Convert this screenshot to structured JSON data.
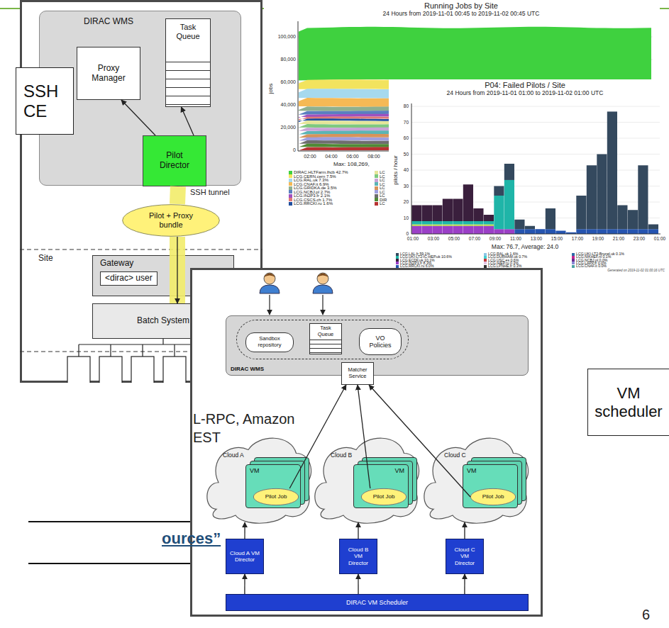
{
  "diagram": {
    "nodes": [
      {
        "text": [
          "DIRAC WMS"
        ]
      },
      {
        "text": [
          "Task Queue"
        ],
        "in": 0
      },
      {
        "text": [
          "Proxy Manager"
        ],
        "in": 0
      },
      {
        "text": [
          "Pilot Director"
        ],
        "in": 0
      },
      {
        "text": [
          "Pilot + Proxy bundle"
        ]
      },
      {
        "text": [
          "Gateway",
          "<dirac> user"
        ]
      },
      {
        "text": [
          "Batch System"
        ]
      },
      {
        "text": [
          "SSH CE"
        ]
      },
      {
        "text": [
          "DIRAC WMS"
        ]
      },
      {
        "text": [
          "Sandbox repository"
        ],
        "in": 8
      },
      {
        "text": [
          "Task Queue"
        ],
        "in": 8
      },
      {
        "text": [
          "VO Policies"
        ],
        "in": 8
      },
      {
        "text": [
          "Matcher Service"
        ],
        "in": 8
      },
      {
        "text": [
          "Cloud A"
        ]
      },
      {
        "text": [
          "VM"
        ],
        "in": 13
      },
      {
        "text": [
          "Pilot Job"
        ],
        "in": 14
      },
      {
        "text": [
          "Cloud B"
        ]
      },
      {
        "text": [
          "VM"
        ],
        "in": 16
      },
      {
        "text": [
          "Pilot Job"
        ],
        "in": 17
      },
      {
        "text": [
          "Cloud C"
        ]
      },
      {
        "text": [
          "VM"
        ],
        "in": 19
      },
      {
        "text": [
          "Pilot Job"
        ],
        "in": 20
      },
      {
        "text": [
          "Cloud A VM Director"
        ]
      },
      {
        "text": [
          "Cloud B VM Director"
        ]
      },
      {
        "text": [
          "Cloud C VM Director"
        ]
      },
      {
        "text": [
          "DIRAC VM Scheduler"
        ]
      },
      {
        "text": [
          "VM scheduler"
        ]
      }
    ],
    "edges": [
      {
        "from": 3,
        "to": 2,
        "arrow": "to"
      },
      {
        "from": 3,
        "to": 1,
        "arrow": "to"
      },
      {
        "from": 3,
        "to": 4,
        "arrow": "none"
      },
      {
        "from": 4,
        "to": 5,
        "arrow": "none"
      },
      {
        "from": 5,
        "to": 6,
        "arrow": "to"
      },
      {
        "from": 15,
        "to": 12,
        "arrow": "to"
      },
      {
        "from": 18,
        "to": 12,
        "arrow": "to"
      },
      {
        "from": 21,
        "to": 12,
        "arrow": "to"
      },
      {
        "from": 22,
        "to": 13,
        "arrow": "to"
      },
      {
        "from": 23,
        "to": 16,
        "arrow": "to"
      },
      {
        "from": 24,
        "to": 19,
        "arrow": "to"
      },
      {
        "from": 25,
        "to": 22,
        "arrow": "to"
      },
      {
        "from": 25,
        "to": 23,
        "arrow": "to"
      },
      {
        "from": 25,
        "to": 24,
        "arrow": "to"
      }
    ],
    "labels": [
      "Running Jobs by Site",
      "24 Hours from 2019-11-01 00:45 to 2019-11-02 00:45 UTC",
      "jobs",
      "100,000",
      "80,000",
      "60,000",
      "40,000",
      "20,000",
      "0",
      "02:00",
      "04:00",
      "06:00",
      "08:00",
      "Max: 108,269,",
      "P04: Failed Pilots / Site",
      "24 Hours from 2019-11-01 01:00 to 2019-11-02 01:00 UTC",
      "pilots / hour",
      "80",
      "70",
      "60",
      "50",
      "40",
      "30",
      "20",
      "10",
      "0",
      "01:00",
      "03:00",
      "05:00",
      "07:00",
      "09:00",
      "11:00",
      "13:00",
      "15:00",
      "17:00",
      "19:00",
      "21:00",
      "23:00",
      "01:00",
      "Max: 76.7, Average: 24.0",
      "Generated on 2019-11-02 01:00:16 UTC",
      "SSH tunnel",
      "Site",
      "L-RPC, Amazon",
      "EST",
      "ources”",
      "6"
    ],
    "legend": [
      {
        "text": "DIRAC.HLTFarm.lhcb 42.7%",
        "color": "#3fd13f"
      },
      {
        "text": "LCG.CERN.cern 7.5%",
        "color": "#f2e35e"
      },
      {
        "text": "LCG.RAL.uk 7.3%",
        "color": "#a6d9ee"
      },
      {
        "text": "LCG.CNAF.it 6.9%",
        "color": "#f5b955"
      },
      {
        "text": "LCG.GRIDKA.de 3.5%",
        "color": "#8fb08f"
      },
      {
        "text": "LCG.NCBJ.pl 2.7%",
        "color": "#5b7fc0"
      },
      {
        "text": "LCG.IN2P3.fr 2.1%",
        "color": "#a050c0"
      },
      {
        "text": "LCG.CSCS.ch 1.7%",
        "color": "#e07878"
      },
      {
        "text": "LCG.RRCKI.ru 1.6%",
        "color": "#204f9e"
      },
      {
        "text": "LC",
        "color": "#e5e59a"
      },
      {
        "text": "LC",
        "color": "#7fc97f"
      },
      {
        "text": "LC",
        "color": "#c9a3d6"
      },
      {
        "text": "LC",
        "color": "#5bb5b5"
      },
      {
        "text": "LC",
        "color": "#d8935a"
      },
      {
        "text": "LC",
        "color": "#9f9fe0"
      },
      {
        "text": "LC",
        "color": "#6e6e6e"
      },
      {
        "text": "DIR",
        "color": "#4f8a35"
      },
      {
        "text": "LC",
        "color": "#b83232"
      },
      {
        "text": "LCG.LAL.fr 59.1%",
        "color": "#34495e"
      },
      {
        "text": "LCG.UKI-LT2-IC-HEP.uk 10.6%",
        "color": "#1fb5a8"
      },
      {
        "text": "LCG.ECDF.uk 10.1%",
        "color": "#3a1f3d"
      },
      {
        "text": "LCG.IN2P3.fr 8.3%",
        "color": "#9b3fc7"
      },
      {
        "text": "LCG.RRCKI.ru 6.0%",
        "color": "#2554b0"
      },
      {
        "text": "LCG.Beijing.cn 2.0%",
        "color": "#b5d44a"
      },
      {
        "text": "LCG.RAL.uk 1.6%",
        "color": "#8ec6e6"
      },
      {
        "text": "LCG.DURHAM.uk 0.7%",
        "color": "#45d0d0"
      },
      {
        "text": "LCG.USC.es 0.6%",
        "color": "#c43b3b"
      },
      {
        "text": "LCG.IHEP.ru 0.3%",
        "color": "#e3c4e3"
      },
      {
        "text": "LCG.LPNHE.fr 0.3%",
        "color": "#333333"
      },
      {
        "text": "LCG.RAL-HEP.uk 0.2%",
        "color": "#c9c76a"
      },
      {
        "text": "LCG.UKI-LT2-Brunel.uk 0.1%",
        "color": "#2d6aa8"
      },
      {
        "text": "LCG.NIKHEF.nl 0.1%",
        "color": "#c2278f"
      },
      {
        "text": "LCG.NCBJ.pl 0.0%",
        "color": "#6a2c8f"
      },
      {
        "text": "LCG.LAPP.fr 0.0%",
        "color": "#8a8ad6"
      },
      {
        "text": "LCG.CNAF.it 0.0%",
        "color": "#4fa3a3"
      }
    ]
  }
}
